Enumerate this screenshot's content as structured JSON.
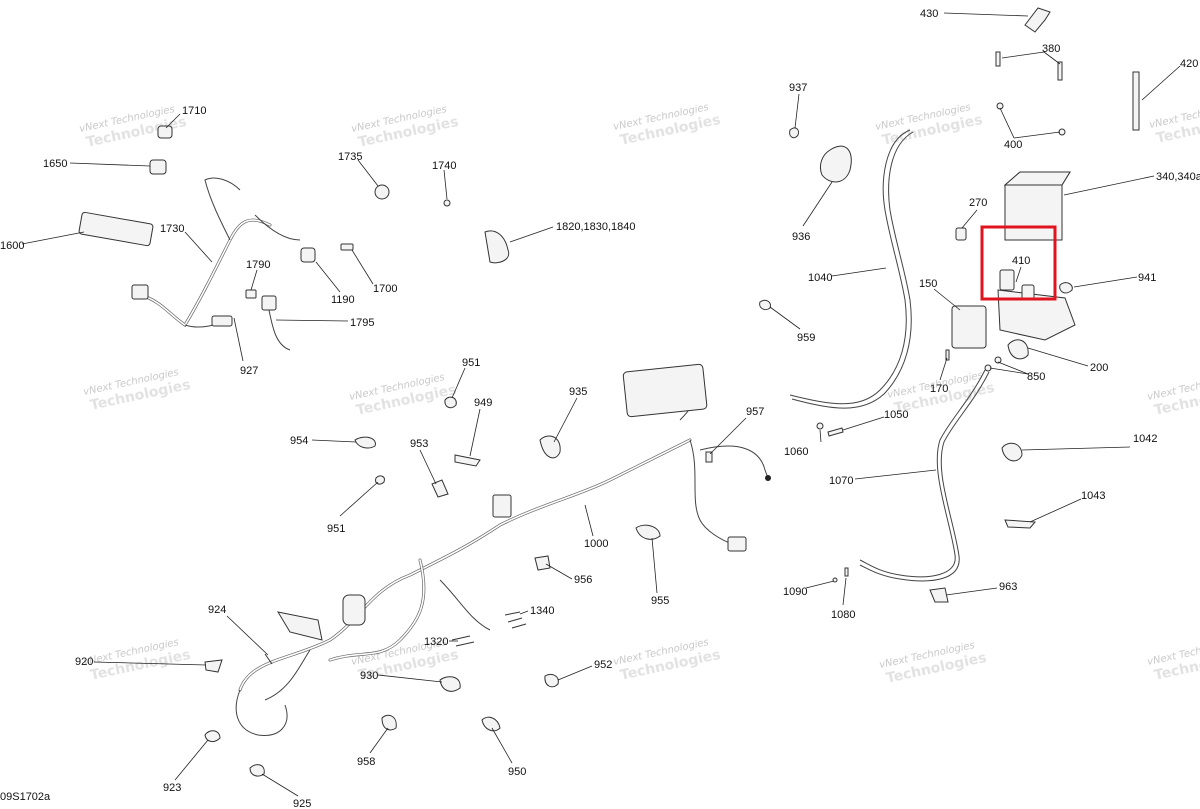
{
  "diagram_code": "09S1702a",
  "watermark": {
    "line1": "vNext Technologies",
    "line2": "Technologies"
  },
  "highlight_color": "#e0141e",
  "labels": {
    "p430": "430",
    "p380": "380",
    "p420": "420",
    "p400": "400",
    "p340": "340,340a",
    "p270": "270",
    "p410": "410",
    "p941": "941",
    "p150": "150",
    "p200": "200",
    "p850": "850",
    "p170": "170",
    "p937": "937",
    "p936": "936",
    "p1040": "1040",
    "p959": "959",
    "p1050": "1050",
    "p1060": "1060",
    "p1042": "1042",
    "p1070": "1070",
    "p1043": "1043",
    "p963": "963",
    "p1090": "1090",
    "p1080": "1080",
    "p1710": "1710",
    "p1650": "1650",
    "p1600": "1600",
    "p1730": "1730",
    "p1790": "1790",
    "p1795": "1795",
    "p927": "927",
    "p1735": "1735",
    "p1740": "1740",
    "p1820": "1820,1830,1840",
    "p1190": "1190",
    "p1700": "1700",
    "p951a": "951",
    "p949": "949",
    "p935": "935",
    "p957": "957",
    "p954": "954",
    "p953": "953",
    "p951b": "951",
    "p1000": "1000",
    "p956": "956",
    "p955": "955",
    "p1340": "1340",
    "p1320": "1320",
    "p924": "924",
    "p920": "920",
    "p930": "930",
    "p952": "952",
    "p923": "923",
    "p958": "958",
    "p950": "950",
    "p925": "925"
  }
}
